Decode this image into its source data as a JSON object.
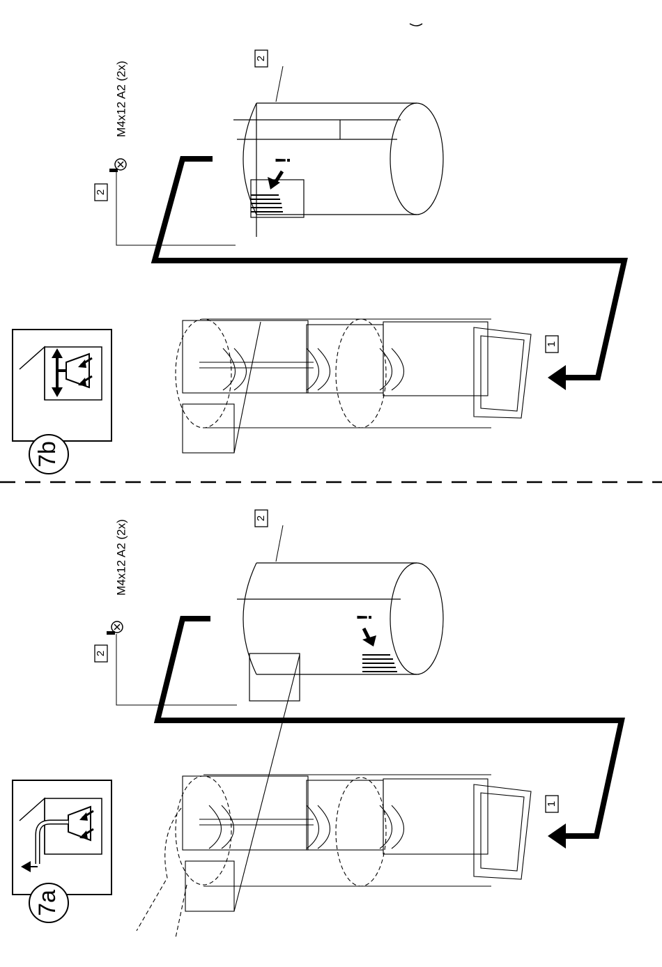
{
  "step_b": {
    "label": "7b",
    "screw_spec": "M4x12 A2 (2x)",
    "callout_screw": "2",
    "callout_screw_top": "2",
    "callout_unit": "1",
    "alert_mark": "!"
  },
  "step_a": {
    "label": "7a",
    "screw_spec": "M4x12 A2 (2x)",
    "callout_screw": "2",
    "callout_screw_top": "2",
    "callout_unit": "1",
    "alert_mark": "!"
  },
  "colors": {
    "line": "#000000",
    "background": "#ffffff"
  },
  "icons": {
    "step_b": "recirculation-hood-icon",
    "step_a": "extraction-hood-icon"
  }
}
